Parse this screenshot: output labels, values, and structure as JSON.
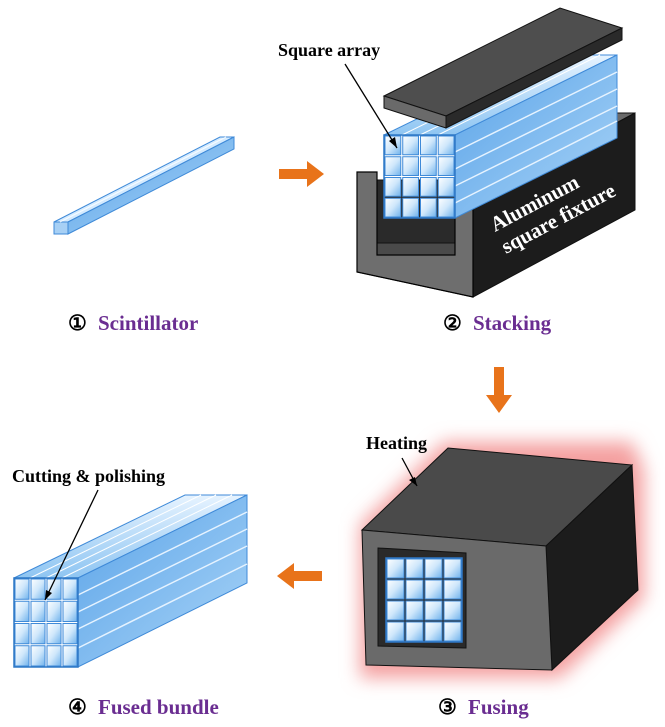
{
  "steps": [
    {
      "number": "①",
      "label": "Scintillator"
    },
    {
      "number": "②",
      "label": "Stacking"
    },
    {
      "number": "③",
      "label": "Fusing"
    },
    {
      "number": "④",
      "label": "Fused bundle"
    }
  ],
  "annotations": {
    "square_array": "Square array",
    "heating": "Heating",
    "cutting_polishing": "Cutting & polishing",
    "fixture_line1": "Aluminum",
    "fixture_line2": "square fixture"
  },
  "colors": {
    "step_label": "#6a2d91",
    "arrow": "#e8731a",
    "fixture_dark": "#1c1c1c",
    "fixture_mid": "#5a5a5a",
    "fixture_light": "#8a8a8a",
    "fiber_blue": "#8ec5f2",
    "fiber_light": "#d7ecff",
    "heat_glow": "#f4a0a0"
  },
  "icons": [
    "orange-arrow-right-icon",
    "orange-arrow-down-icon",
    "orange-arrow-left-icon"
  ]
}
